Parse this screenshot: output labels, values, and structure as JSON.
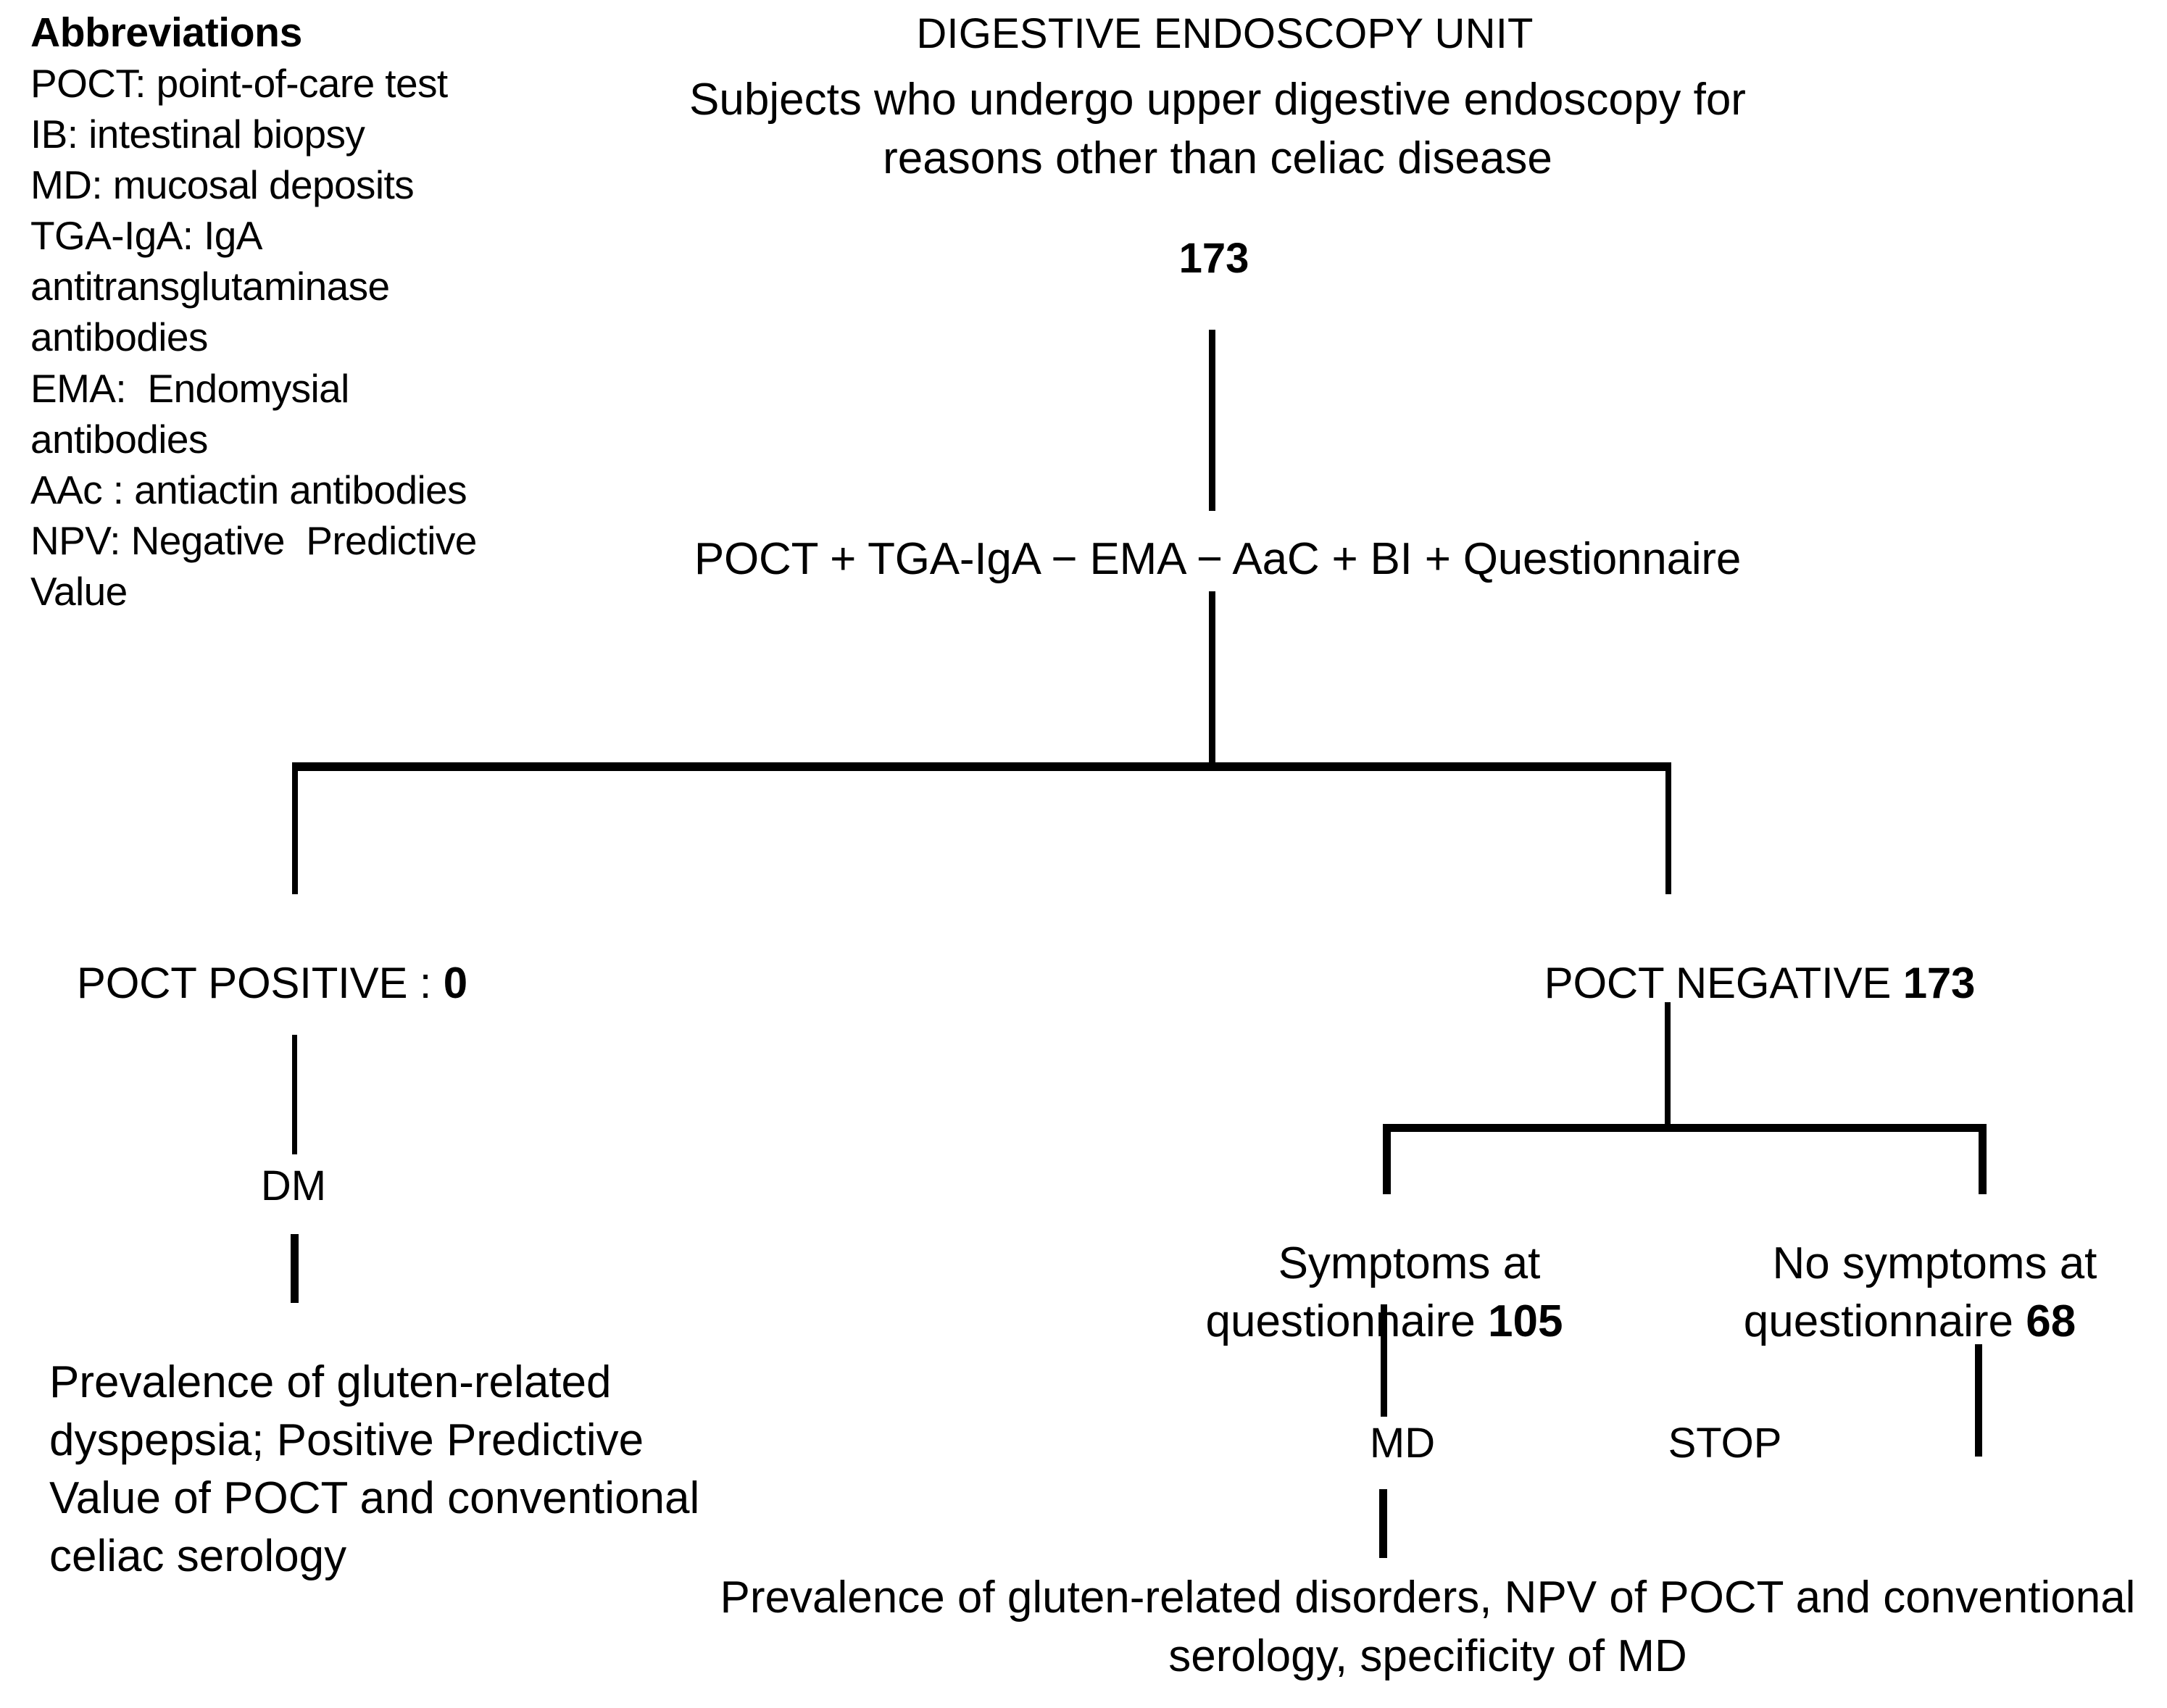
{
  "abbreviations": {
    "title": "Abbreviations",
    "items": [
      "POCT: point-of-care test",
      "IB: intestinal biopsy",
      "MD: mucosal deposits",
      "TGA-IgA: IgA",
      "antitransglutaminase",
      "antibodies",
      "EMA:  Endomysial",
      "antibodies",
      "AAc : antiactin antibodies",
      "NPV: Negative  Predictive",
      "Value"
    ]
  },
  "flow": {
    "unit_title": "DIGESTIVE ENDOSCOPY UNIT",
    "intake_description": "Subjects who undergo upper digestive endoscopy for reasons other than celiac disease",
    "intake_count": "173",
    "protocol_line": "POCT + TGA-IgA − EMA − AaC + BI + Questionnaire",
    "poct_positive_label": "POCT POSITIVE : ",
    "poct_positive_count": "0",
    "poct_negative_label": "POCT NEGATIVE ",
    "poct_negative_count": "173",
    "left_branch_step": "DM",
    "left_branch_outcome": "Prevalence of gluten-related dyspepsia; Positive Predictive Value of POCT and conventional celiac serology",
    "symptoms_yes_label": "Symptoms at questionnaire ",
    "symptoms_yes_count": "105",
    "symptoms_no_label": "No symptoms at questionnaire ",
    "symptoms_no_count": "68",
    "right_branch_step": "MD",
    "stop_label": "STOP",
    "bottom_outcome": "Prevalence of gluten-related disorders, NPV of POCT and conventional serology, specificity of MD"
  },
  "style": {
    "line_color": "#000000",
    "text_color": "#000000",
    "background": "#ffffff"
  }
}
